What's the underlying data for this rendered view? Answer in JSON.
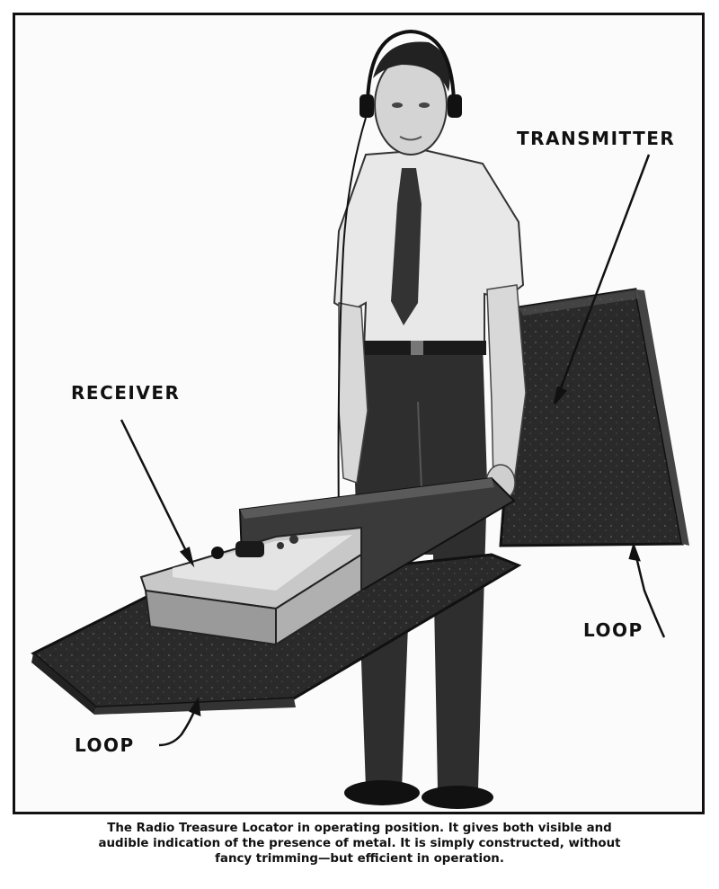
{
  "figure": {
    "labels": {
      "transmitter": "TRANSMITTER",
      "receiver": "RECEIVER",
      "loop_right": "LOOP",
      "loop_left": "LOOP"
    },
    "caption": {
      "line1": "The Radio Treasure Locator in operating position. It gives both visible and",
      "line2": "audible indication of the presence of metal. It is simply constructed, without",
      "line3": "fancy trimming—but efficient in operation."
    }
  }
}
